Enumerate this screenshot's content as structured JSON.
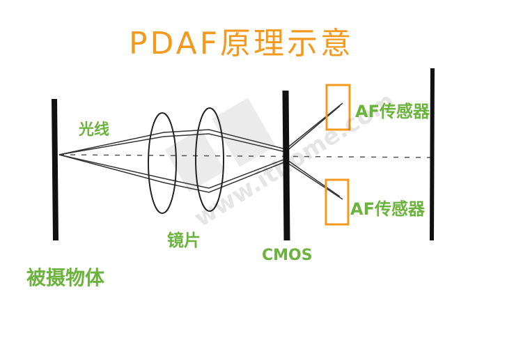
{
  "title": "PDAF原理示意",
  "labels": {
    "light_ray": "光线",
    "lens": "镜片",
    "cmos": "CMOS",
    "subject": "被摄物体",
    "af_sensor_top": "AF传感器",
    "af_sensor_bottom": "AF传感器"
  },
  "watermark": "www.ithome.com",
  "colors": {
    "title": "#f39a1e",
    "labels": "#6cb33e",
    "sensor_box": "#f39a1e",
    "lines": "#222222"
  }
}
